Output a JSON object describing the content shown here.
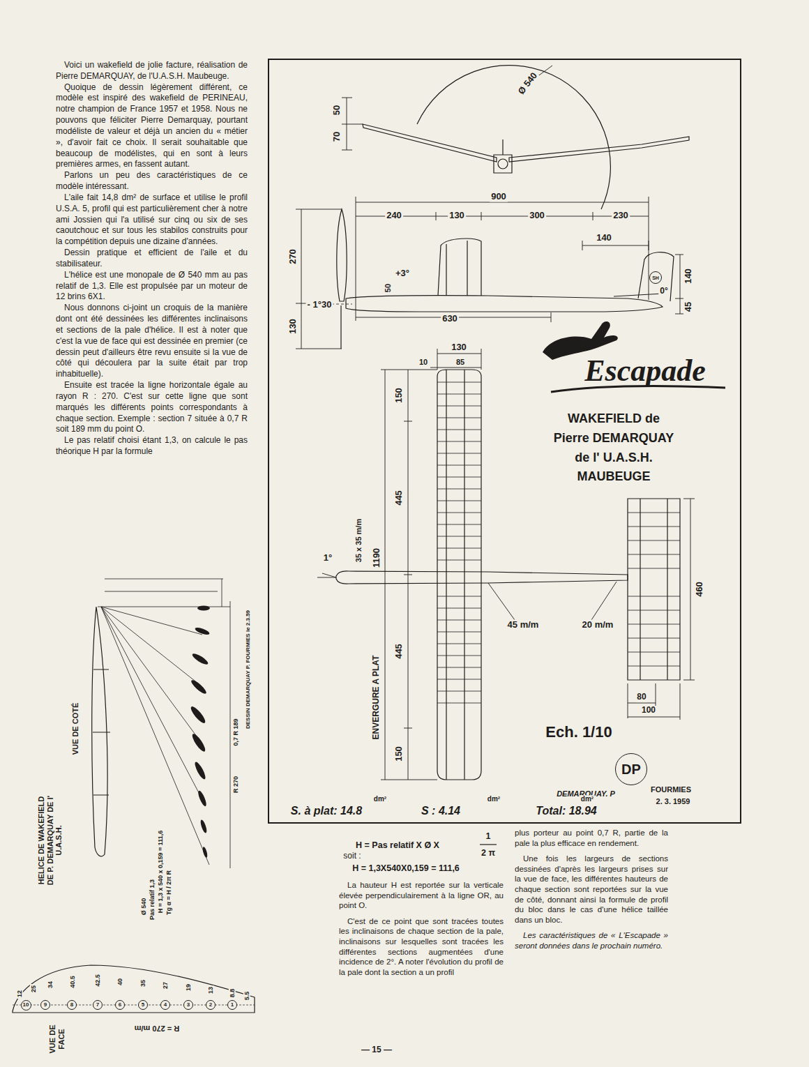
{
  "diagram": {
    "title": "Escapade",
    "nodes": [
      {
        "text": [
          "SH"
        ]
      },
      {
        "text": [
          "DP"
        ]
      },
      {
        "text": [
          "10"
        ]
      },
      {
        "text": [
          "9"
        ]
      },
      {
        "text": [
          "8"
        ]
      },
      {
        "text": [
          "7"
        ]
      },
      {
        "text": [
          "6"
        ]
      },
      {
        "text": [
          "5"
        ]
      },
      {
        "text": [
          "4"
        ]
      },
      {
        "text": [
          "3"
        ]
      },
      {
        "text": [
          "2"
        ]
      },
      {
        "text": [
          "1"
        ]
      }
    ],
    "labels": [
      "Voici un wakefield de jolie facture, réalisation de Pierre DEMARQUAY, de l'U.A.S.H. Maubeuge.",
      "Quoique de dessin légèrement différent, ce modèle est inspiré des wakefield de PERINEAU, notre champion de France 1957 et 1958. Nous ne pouvons que féliciter Pierre Demarquay, pourtant modéliste de valeur et déjà un ancien du « métier », d'avoir fait ce choix. Il serait souhaitable que beaucoup de modélistes, qui en sont à leurs premières armes, en fassent autant.",
      "Parlons un peu des caractéristiques de ce modèle intéressant.",
      "L'aile fait 14,8 dm² de surface et utilise le profil U.S.A. 5, profil qui est particulièrement cher à notre ami Jossien qui l'a utilisé sur cinq ou six de ses caoutchouc et sur tous les stabilos construits pour la compétition depuis une dizaine d'années.",
      "Dessin pratique et efficient de l'aile et du stabilisateur.",
      "L'hélice est une monopale de Ø 540 mm au pas relatif de 1,3. Elle est propulsée par un moteur de 12 brins 6X1.",
      "Nous donnons ci-joint un croquis de la manière dont ont été dessinées les différentes inclinaisons et sections de la pale d'hélice. Il est à noter que c'est la vue de face qui est dessinée en premier (ce dessin peut d'ailleurs être revu ensuite si la vue de côté qui découlera par la suite était par trop inhabituelle).",
      "Ensuite est tracée la ligne horizontale égale au rayon R : 270. C'est sur cette ligne que sont marqués les différents points correspondants à chaque section. Exemple : section 7 située à 0,7 R soit 189 mm du point O.",
      "Le pas relatif choisi étant 1,3, on calcule le pas théorique H par la formule",
      "H = Pas relatif X Ø X",
      "1",
      "2 π",
      "soit :",
      "H = 1,3X540X0,159 = 111,6",
      "La hauteur H est reportée sur la verticale élevée perpendiculairement à la ligne OR, au point O.",
      "C'est de ce point que sont tracées toutes les inclinaisons de chaque section de la pale, inclinaisons sur lesquelles sont tracées les différentes sections augmentées d'une incidence de 2°. A noter l'évolution du profil de la pale dont la section a un profil",
      "plus porteur au point 0,7 R, partie de la pale la plus efficace en rendement.",
      "Une fois les largeurs de sections dessinées d'après les largeurs prises sur la vue de face, les différentes hauteurs de chaque section sont reportées sur la vue de côté, donnant ainsi la formule de profil du bloc dans le cas d'une hélice taillée dans un bloc.",
      "Les caractéristiques de « L'Escapade » seront données dans le prochain numéro.",
      "— 15 —",
      "Ø 540",
      "50",
      "70",
      "900",
      "240",
      "130",
      "300",
      "230",
      "140",
      "270",
      "+3°",
      "50",
      "- 1°30",
      "130",
      "630",
      "0°",
      "140",
      "45",
      "WAKEFIELD de",
      "Pierre DEMARQUAY",
      "de l' U.A.S.H.",
      "MAUBEUGE",
      "130",
      "10",
      "85",
      "150",
      "445",
      "1190",
      "35 x 35 m/m",
      "1°",
      "45 m/m",
      "20 m/m",
      "460",
      "445",
      "ENVERGURE A PLAT",
      "150",
      "80",
      "100",
      "Ech. 1/10",
      "DEMARQUAY. P",
      "FOURMIES",
      "2. 3. 1959",
      "S. à plat: 14.8",
      "dm²",
      "S : 4.14",
      "dm²",
      "Total: 18.94",
      "dm²",
      "HELICE DE WAKEFIELD DE P. DEMARQUAY DE l' U.A.S.H.",
      "VUE DE COTÉ",
      "VUE DE FACE",
      "R = 270 m/m",
      "DESSIN DEMARQUAY P. FOURMIES le 2.3.59",
      "0,7 R 189",
      "R 270",
      "Ø 540",
      "Pas relatif 1,3",
      "H = 1,3 x 540 x 0,159 = 111,6",
      "Tg α = H / 2π R",
      "12",
      "25",
      "34",
      "40.5",
      "42.5",
      "40",
      "35",
      "27",
      "19",
      "13",
      "8.8",
      "5.5"
    ]
  }
}
